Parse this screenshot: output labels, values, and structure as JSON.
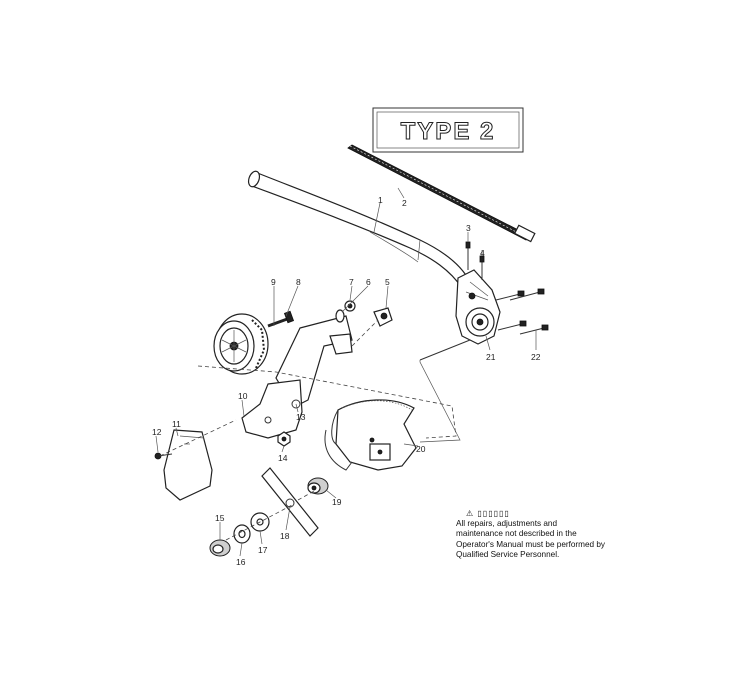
{
  "title": "TYPE 2",
  "callouts": [
    {
      "id": "c1",
      "label": "1"
    },
    {
      "id": "c2",
      "label": "2"
    },
    {
      "id": "c3",
      "label": "3"
    },
    {
      "id": "c4",
      "label": "4"
    },
    {
      "id": "c5",
      "label": "5"
    },
    {
      "id": "c6",
      "label": "6"
    },
    {
      "id": "c7",
      "label": "7"
    },
    {
      "id": "c8",
      "label": "8"
    },
    {
      "id": "c9",
      "label": "9"
    },
    {
      "id": "c10",
      "label": "10"
    },
    {
      "id": "c11",
      "label": "11"
    },
    {
      "id": "c12",
      "label": "12"
    },
    {
      "id": "c13",
      "label": "13"
    },
    {
      "id": "c14",
      "label": "14"
    },
    {
      "id": "c15",
      "label": "15"
    },
    {
      "id": "c16",
      "label": "16"
    },
    {
      "id": "c17",
      "label": "17"
    },
    {
      "id": "c18",
      "label": "18"
    },
    {
      "id": "c19",
      "label": "19"
    },
    {
      "id": "c20",
      "label": "20"
    },
    {
      "id": "c21",
      "label": "21"
    },
    {
      "id": "c22",
      "label": "22"
    }
  ],
  "notice": {
    "symbol": "⚠ ▯▯▯▯▯▯",
    "text": "All repairs, adjustments and maintenance not described in the Operator's Manual must be performed by Qualified Service Personnel."
  }
}
